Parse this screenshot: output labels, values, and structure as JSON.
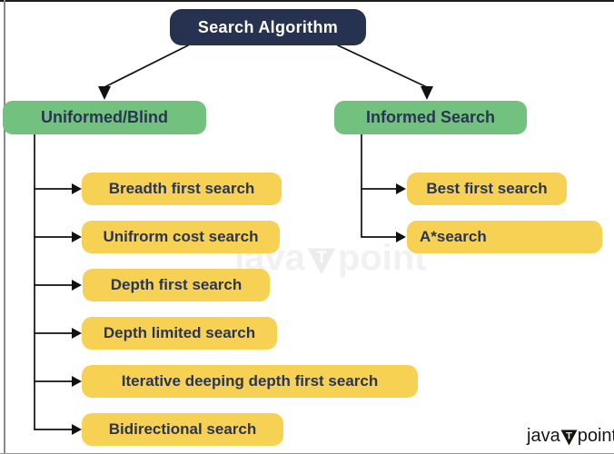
{
  "root": {
    "label": "Search Algorithm"
  },
  "branches": {
    "left": {
      "label": "Uniformed/Blind",
      "items": [
        "Breadth first search",
        "Unifrorm cost search",
        "Depth first search",
        "Depth limited search",
        "Iterative deeping depth first search",
        "Bidirectional search"
      ]
    },
    "right": {
      "label": "Informed Search",
      "items": [
        "Best first search",
        "A*search"
      ]
    }
  },
  "watermark": {
    "left": "java",
    "letter": "T",
    "right": "point"
  },
  "logo": {
    "left": "java",
    "letter": "T",
    "right": "point"
  },
  "colors": {
    "root_bg": "#273150",
    "branch_bg": "#73c17f",
    "leaf_bg": "#f7d154",
    "label_text": "#2a3553",
    "root_text": "#ffffff",
    "connector": "#111111"
  }
}
